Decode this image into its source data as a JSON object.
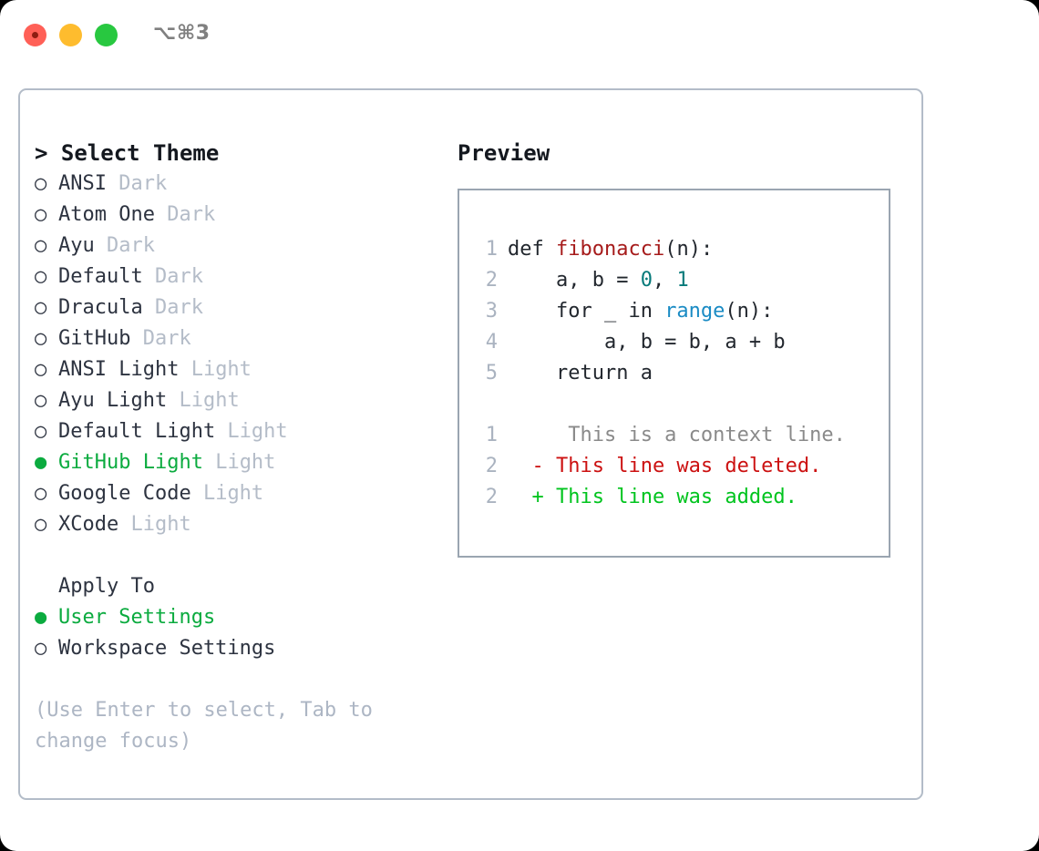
{
  "titlebar": {
    "shortcut": "⌥⌘3",
    "buttons": [
      "close",
      "minimize",
      "maximize"
    ]
  },
  "colors": {
    "accent_green": "#0bab3f",
    "panel_border": "#b3bcc8",
    "preview_border": "#9aa5b1",
    "muted": "#b4bcc8",
    "hint": "#adb6c4",
    "diff_add": "#00c41e",
    "diff_del": "#cc1111",
    "diff_ctx": "#8a8a8a"
  },
  "theme_list": {
    "heading": "> Select Theme",
    "marker_selected": "●",
    "marker_unselected": "○",
    "items": [
      {
        "name": "ANSI",
        "kind": "Dark",
        "selected": false
      },
      {
        "name": "Atom One",
        "kind": "Dark",
        "selected": false
      },
      {
        "name": "Ayu",
        "kind": "Dark",
        "selected": false
      },
      {
        "name": "Default",
        "kind": "Dark",
        "selected": false
      },
      {
        "name": "Dracula",
        "kind": "Dark",
        "selected": false
      },
      {
        "name": "GitHub",
        "kind": "Dark",
        "selected": false
      },
      {
        "name": "ANSI Light",
        "kind": "Light",
        "selected": false
      },
      {
        "name": "Ayu Light",
        "kind": "Light",
        "selected": false
      },
      {
        "name": "Default Light",
        "kind": "Light",
        "selected": false
      },
      {
        "name": "GitHub Light",
        "kind": "Light",
        "selected": true
      },
      {
        "name": "Google Code",
        "kind": "Light",
        "selected": false
      },
      {
        "name": "XCode",
        "kind": "Light",
        "selected": false
      }
    ]
  },
  "apply_to": {
    "heading": "Apply To",
    "items": [
      {
        "name": "User Settings",
        "selected": true
      },
      {
        "name": "Workspace Settings",
        "selected": false
      }
    ]
  },
  "hint": "(Use Enter to select, Tab to change focus)",
  "preview": {
    "title": "Preview",
    "code_lines": [
      {
        "no": "1",
        "tokens": [
          {
            "t": "def ",
            "c": "plain"
          },
          {
            "t": "fibonacci",
            "c": "fn"
          },
          {
            "t": "(n):",
            "c": "plain"
          }
        ]
      },
      {
        "no": "2",
        "tokens": [
          {
            "t": "    a, b = ",
            "c": "plain"
          },
          {
            "t": "0",
            "c": "num"
          },
          {
            "t": ", ",
            "c": "plain"
          },
          {
            "t": "1",
            "c": "num"
          }
        ]
      },
      {
        "no": "3",
        "tokens": [
          {
            "t": "    for _ in ",
            "c": "plain"
          },
          {
            "t": "range",
            "c": "call"
          },
          {
            "t": "(n):",
            "c": "plain"
          }
        ]
      },
      {
        "no": "4",
        "tokens": [
          {
            "t": "        a, b = b, a + b",
            "c": "plain"
          }
        ]
      },
      {
        "no": "5",
        "tokens": [
          {
            "t": "    return a",
            "c": "plain"
          }
        ]
      }
    ],
    "diff_lines": [
      {
        "no": "1",
        "sign": " ",
        "text": "  This is a context line.",
        "kind": "ctx"
      },
      {
        "no": "2",
        "sign": "-",
        "text": " This line was deleted.",
        "kind": "del"
      },
      {
        "no": "2",
        "sign": "+",
        "text": " This line was added.",
        "kind": "add"
      }
    ]
  }
}
